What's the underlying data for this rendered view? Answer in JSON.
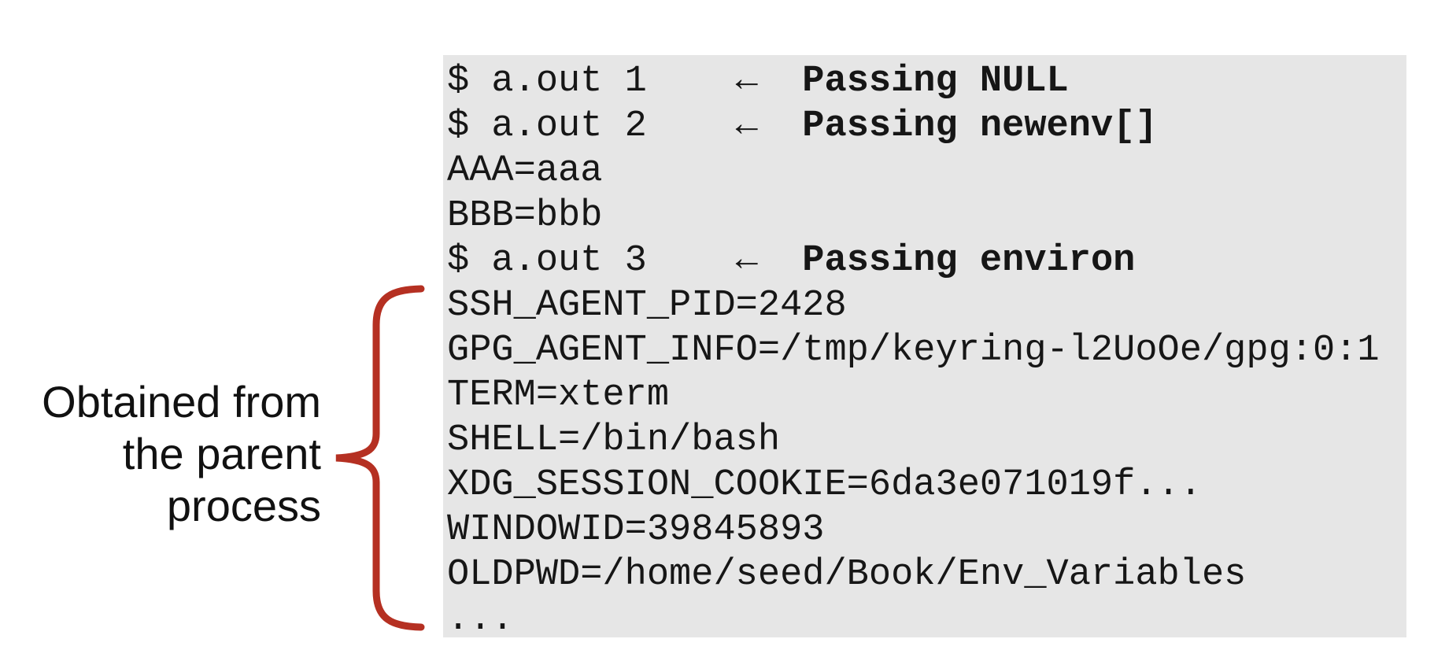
{
  "colors": {
    "page-bg": "#ffffff",
    "terminal-bg": "#e6e6e6",
    "text": "#161616",
    "brace": "#b53022",
    "label": "#111111"
  },
  "side_label": {
    "lines": [
      "Obtained from",
      "the parent",
      "process"
    ]
  },
  "terminal": {
    "lines": [
      {
        "code": "$ a.out 1    ",
        "note": "←  Passing NULL"
      },
      {
        "code": "$ a.out 2    ",
        "note": "←  Passing newenv[]"
      },
      {
        "code": "AAA=aaa",
        "note": ""
      },
      {
        "code": "BBB=bbb",
        "note": ""
      },
      {
        "code": "$ a.out 3    ",
        "note": "←  Passing environ"
      },
      {
        "code": "SSH_AGENT_PID=2428",
        "note": ""
      },
      {
        "code": "GPG_AGENT_INFO=/tmp/keyring-l2UoOe/gpg:0:1",
        "note": ""
      },
      {
        "code": "TERM=xterm",
        "note": ""
      },
      {
        "code": "SHELL=/bin/bash",
        "note": ""
      },
      {
        "code": "XDG_SESSION_COOKIE=6da3e071019f...",
        "note": ""
      },
      {
        "code": "WINDOWID=39845893",
        "note": ""
      },
      {
        "code": "OLDPWD=/home/seed/Book/Env_Variables",
        "note": ""
      },
      {
        "code": "...",
        "note": ""
      }
    ]
  }
}
